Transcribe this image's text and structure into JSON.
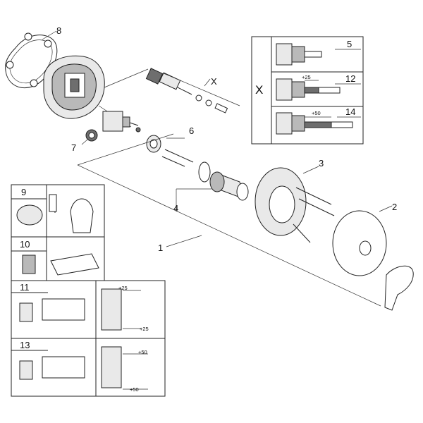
{
  "callouts": {
    "c1": "1",
    "c2": "2",
    "c3": "3",
    "c4": "4",
    "c5": "5",
    "c6": "6",
    "c7": "7",
    "c8": "8",
    "c9": "9",
    "c10": "10",
    "c11": "11",
    "c12": "12",
    "c13": "13",
    "c14": "14",
    "cX": "X"
  },
  "options_box": {
    "marker": "X",
    "rows": [
      {
        "number": "5",
        "extension": ""
      },
      {
        "number": "12",
        "extension": "+25"
      },
      {
        "number": "14",
        "extension": "+50"
      }
    ]
  },
  "extension_labels": {
    "k11_top": "+25",
    "k11_bottom": "+25",
    "k13_top": "+50",
    "k13_bottom": "+50"
  },
  "colors": {
    "line": "#222222",
    "part_fill": "#e9e9e9",
    "dark_fill": "#6e6e6e"
  }
}
